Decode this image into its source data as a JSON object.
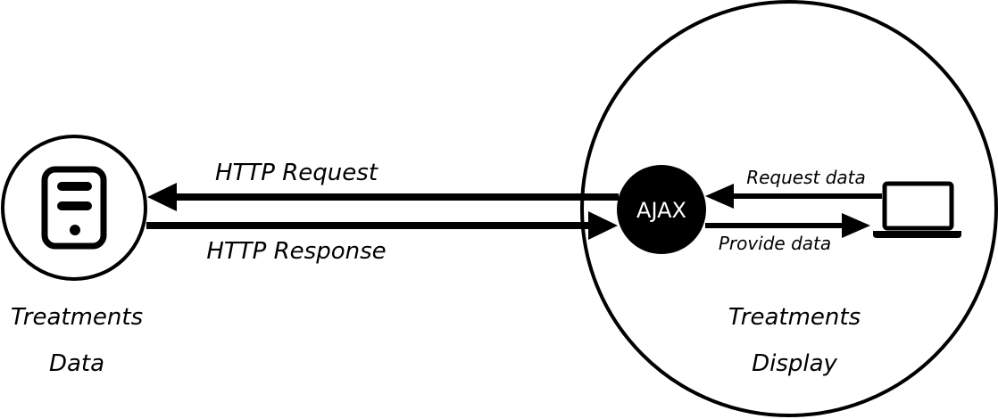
{
  "nodes": {
    "server": {
      "label_line1": "Treatments",
      "label_line2": "Data",
      "icon": "server-icon"
    },
    "display": {
      "label_line1": "Treatments",
      "label_line2": "Display"
    },
    "ajax": {
      "label": "AJAX"
    },
    "laptop": {
      "icon": "laptop-icon"
    }
  },
  "edges": {
    "http_request": "HTTP Request",
    "http_response": "HTTP Response",
    "request_data": "Request data",
    "provide_data": "Provide data"
  }
}
